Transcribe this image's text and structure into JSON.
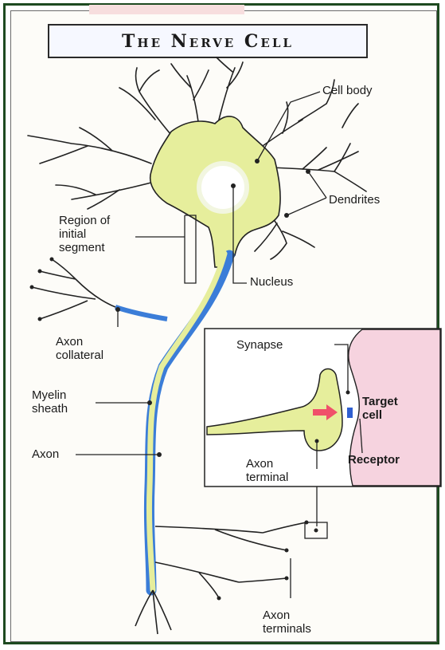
{
  "title": "The Nerve Cell",
  "labels": {
    "cell_body": "Cell body",
    "dendrites": "Dendrites",
    "region_line1": "Region of",
    "region_line2": "initial",
    "region_line3": "segment",
    "nucleus": "Nucleus",
    "axon_collateral_line1": "Axon",
    "axon_collateral_line2": "collateral",
    "myelin_line1": "Myelin",
    "myelin_line2": "sheath",
    "axon": "Axon",
    "axon_terminals_line1": "Axon",
    "axon_terminals_line2": "terminals"
  },
  "inset": {
    "synapse": "Synapse",
    "target_line1": "Target",
    "target_line2": "cell",
    "receptor": "Receptor",
    "axon_terminal_line1": "Axon",
    "axon_terminal_line2": "terminal"
  },
  "colors": {
    "neuron_fill": "#e6ee9c",
    "myelin": "#3b7dd8",
    "target_cell": "#f6d3df",
    "arrow": "#f0506a",
    "receptor": "#2f5fd0",
    "frame": "#1e4a20"
  }
}
